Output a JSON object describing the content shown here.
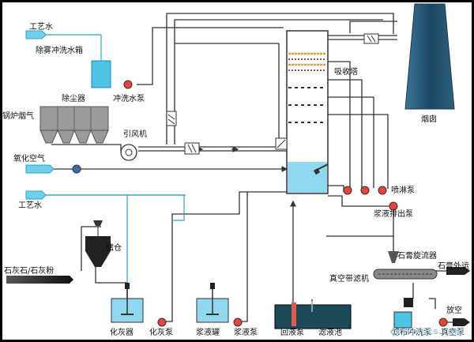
{
  "labels": {
    "process_water_top": "工艺水",
    "demister_tank": "除雾冲洗水箱",
    "dust_collector": "除尘器",
    "flush_pump": "冲洗水泵",
    "boiler_flue_gas": "锅炉烟气",
    "induced_fan": "引风机",
    "absorber": "吸收塔",
    "chimney": "烟囱",
    "oxidation_air": "氧化空气",
    "spray_pump": "喷淋泵",
    "process_water_bottom": "工艺水",
    "slurry_discharge_pump": "浆液排出泵",
    "storage_bin": "储仓",
    "limestone": "石灰石/石灰粉",
    "lime_slaker": "化灰器",
    "lime_pump": "化灰泵",
    "slurry_tank": "浆液罐",
    "slurry_pump": "浆液泵",
    "gypsum_cyclone": "石膏旋流器",
    "vacuum_belt_filter": "真空带滤机",
    "gypsum_out": "石膏外运",
    "return_pump": "回液泵",
    "filtrate_tank": "滤液池",
    "cloth_flush_pump": "滤布冲洗泵",
    "vacuum_pump": "真空泵",
    "vent": "放空"
  },
  "watermark": "cntronics.com",
  "colors": {
    "pipe": "#333333",
    "water_line": "#2aa6c8",
    "tank_fill": "#8fd8ef",
    "arrow_fill": "#6fd0ee",
    "pump": "#e8453a",
    "spray": "#e0a030",
    "chimney": "#2f6080",
    "dark": "#333333"
  }
}
